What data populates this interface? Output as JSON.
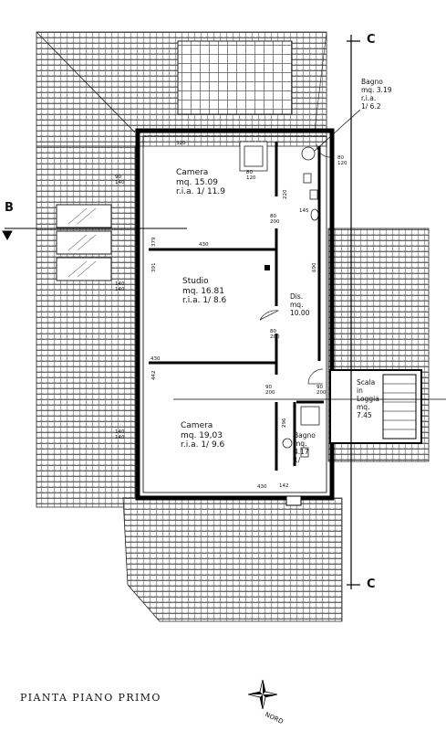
{
  "title": "PIANTA  PIANO  PRIMO",
  "north_label": "NORD",
  "sections": {
    "b": "B",
    "c_top": "C",
    "c_bottom": "C"
  },
  "rooms": {
    "camera1": {
      "name": "Camera",
      "area": "mq.  15.09",
      "ria": "r.i.a.  1/  11.9"
    },
    "studio": {
      "name": "Studio",
      "area": "mq.  16.81",
      "ria": "r.i.a.  1/  8.6"
    },
    "camera2": {
      "name": "Camera",
      "area": "mq.  19,03",
      "ria": "r.i.a.  1/  9.6"
    },
    "dis": {
      "name": "Dis.",
      "area": "mq.",
      "area2": "10.00"
    },
    "bagno1": {
      "name": "Bagno",
      "area": "mq.  3.19",
      "ria": "r.i.a.",
      "ria2": "1/  6.2"
    },
    "bagno2": {
      "name": "Bagno",
      "area": "mq.",
      "area2": "4.17",
      "ria": "1/"
    },
    "scala": {
      "l1": "Scala",
      "l2": "in",
      "l3": "Loggia",
      "l4": "mq.",
      "l5": "7.45"
    }
  },
  "dims": {
    "d320": "320",
    "d430a": "430",
    "d430b": "430",
    "d430c": "430",
    "d379": "379",
    "d391": "391",
    "d442": "442",
    "d690": "690",
    "d220": "220",
    "d296": "296",
    "d145": "145",
    "d142": "142",
    "w1a": "90",
    "w1b": "140",
    "w2a": "140",
    "w2b": "140",
    "w3a": "140",
    "w3b": "140",
    "p1a": "80",
    "p1b": "200",
    "p2a": "80",
    "p2b": "200",
    "p3a": "90",
    "p3b": "200",
    "p4a": "90",
    "p4b": "200",
    "p5a": "80",
    "p5b": "120",
    "p6a": "80",
    "p6b": "120"
  }
}
